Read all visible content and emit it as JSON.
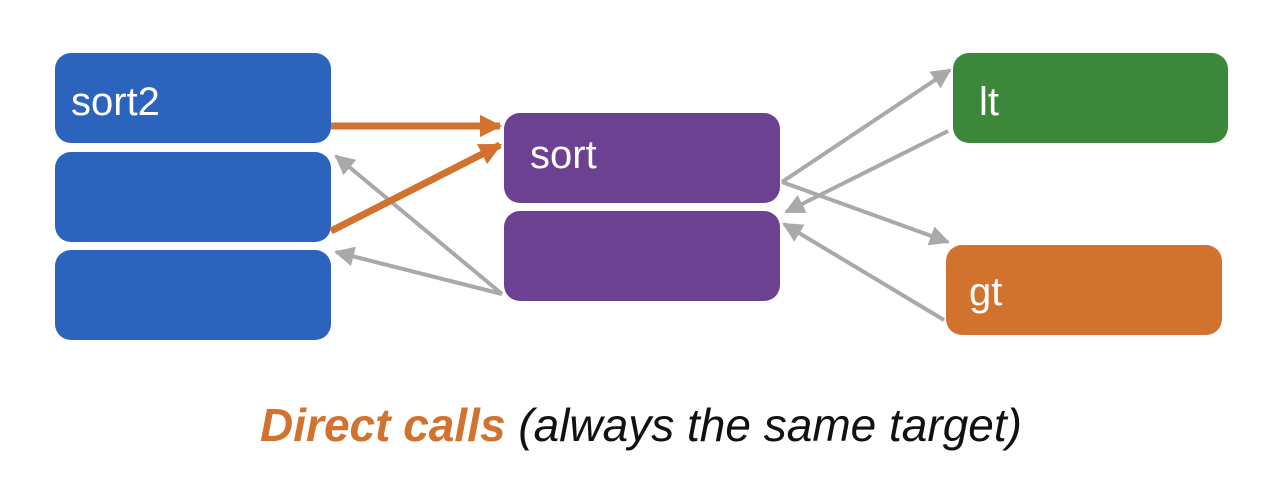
{
  "colors": {
    "sort2_blue": "#2b63bd",
    "sort_purple": "#6c4192",
    "lt_green": "#3b883a",
    "gt_orange": "#d2722f",
    "direct_arrow": "#d2722f",
    "other_arrow": "#a9a9a9",
    "caption_text": "#111111"
  },
  "blocks": {
    "sort2": {
      "label": "sort2"
    },
    "sort": {
      "label": "sort"
    },
    "lt": {
      "label": "lt"
    },
    "gt": {
      "label": "gt"
    }
  },
  "caption": {
    "emphasis": "Direct calls",
    "rest": " (always the same target)"
  }
}
